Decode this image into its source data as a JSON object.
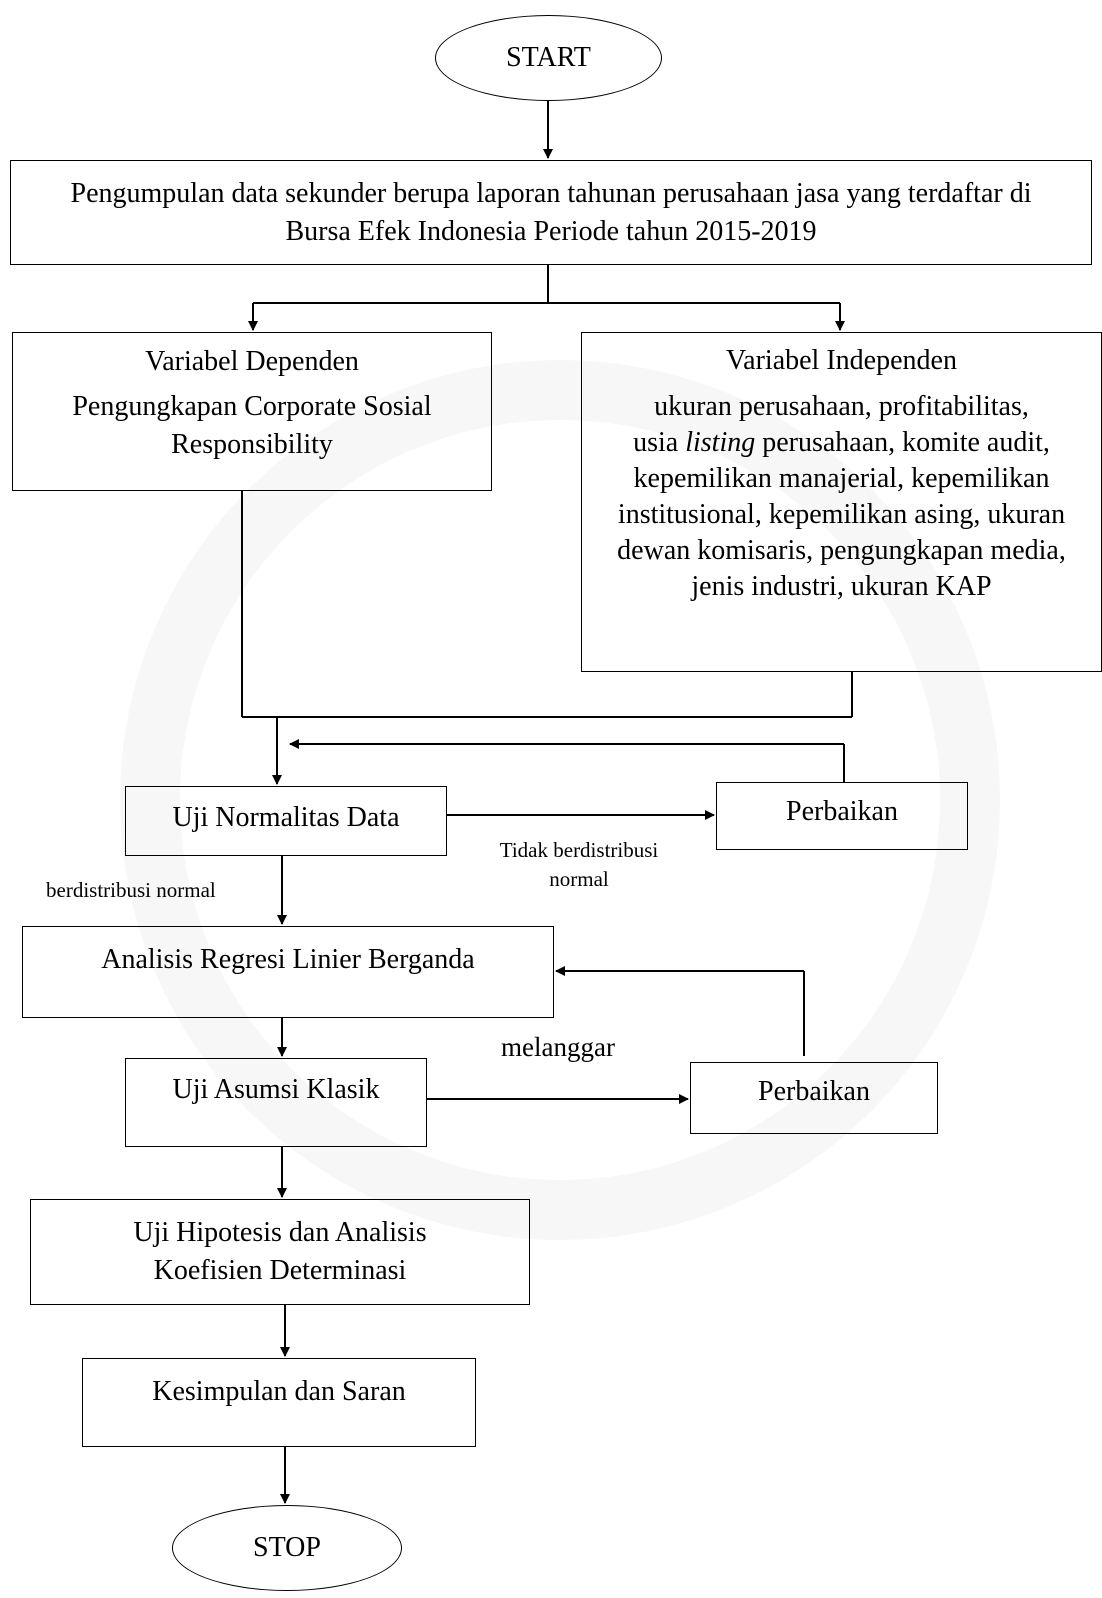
{
  "nodes": {
    "start": "START",
    "collect": "Pengumpulan data sekunder berupa laporan tahunan perusahaan jasa yang terdaftar di Bursa Efek Indonesia Periode tahun 2015-2019",
    "dep_title": "Variabel Dependen",
    "dep_body": "Pengungkapan Corporate Sosial Responsibility",
    "indep_title": "Variabel Independen",
    "indep_line1": "ukuran perusahaan, profitabilitas,",
    "indep_line2_pre": "usia ",
    "indep_line2_em": "listing",
    "indep_line2_post": " perusahaan, komite audit,",
    "indep_line3": "kepemilikan manajerial, kepemilikan institusional, kepemilikan asing, ukuran dewan komisaris, pengungkapan media, jenis industri, ukuran KAP",
    "normalitas": "Uji Normalitas Data",
    "perbaikan1": "Perbaikan",
    "regresi": "Analisis Regresi Linier Berganda",
    "asumsi": "Uji Asumsi Klasik",
    "perbaikan2": "Perbaikan",
    "hipotesis": "Uji Hipotesis dan Analisis Koefisien Determinasi",
    "kesimpulan": "Kesimpulan dan Saran",
    "stop": "STOP"
  },
  "labels": {
    "normal": "berdistribusi normal",
    "tidak_normal": "Tidak berdistribusi normal",
    "melanggar": "melanggar"
  }
}
